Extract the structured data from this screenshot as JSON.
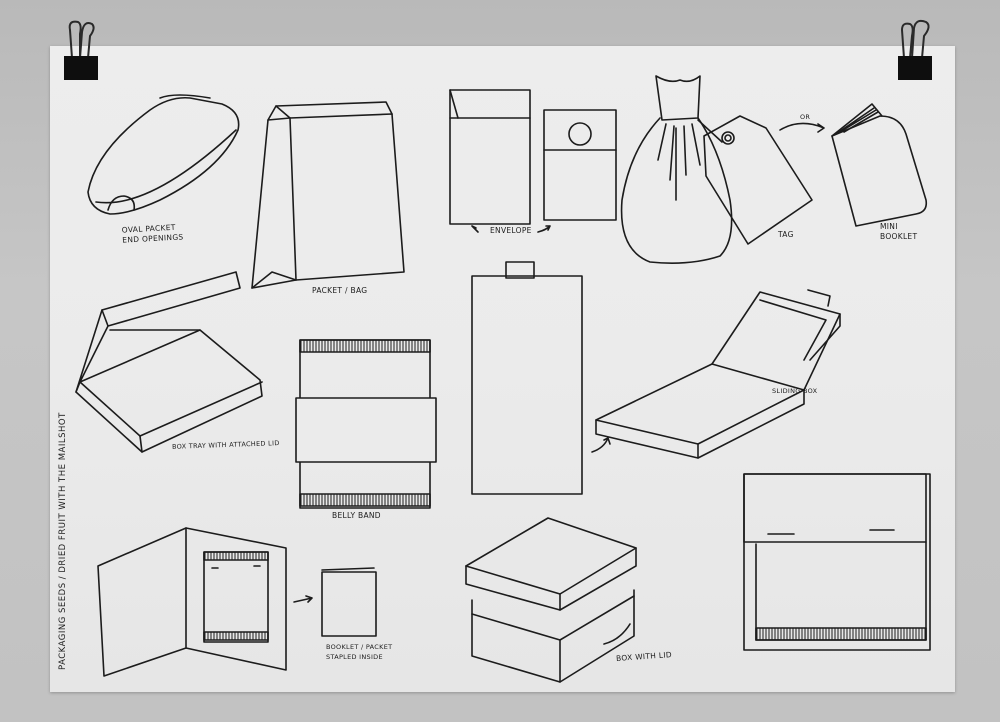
{
  "scene": {
    "description": "Photograph of a hand-drawn packaging concept sketch sheet clipped to a grey wall with two binder clips",
    "colors": {
      "wall": "#c0c0c0",
      "paper": "#ebebeb",
      "ink": "#1c1c1c",
      "clip": "#111111"
    }
  },
  "sheet": {
    "side_title": "PACKAGING SEEDS / DRIED FRUIT WITH THE MAILSHOT",
    "sketches": [
      {
        "id": "oval-packet",
        "label_line1": "OVAL PACKET",
        "label_line2": "END OPENINGS"
      },
      {
        "id": "packet-bag",
        "label_line1": "PACKET / BAG"
      },
      {
        "id": "envelope",
        "label_line1": "ENVELOPE"
      },
      {
        "id": "tag",
        "label_line1": "TAG"
      },
      {
        "id": "or-arrow",
        "label_line1": "OR"
      },
      {
        "id": "mini-booklet",
        "label_line1": "MINI",
        "label_line2": "BOOKLET"
      },
      {
        "id": "box-tray",
        "label_line1": "BOX TRAY WITH ATTACHED LID"
      },
      {
        "id": "belly-band",
        "label_line1": "BELLY BAND"
      },
      {
        "id": "sliding-box",
        "label_line1": "SLIDING BOX"
      },
      {
        "id": "booklet-packet",
        "label_line1": "BOOKLET / PACKET",
        "label_line2": "STAPLED INSIDE"
      },
      {
        "id": "box-with-lid",
        "label_line1": "BOX WITH LID"
      }
    ]
  }
}
